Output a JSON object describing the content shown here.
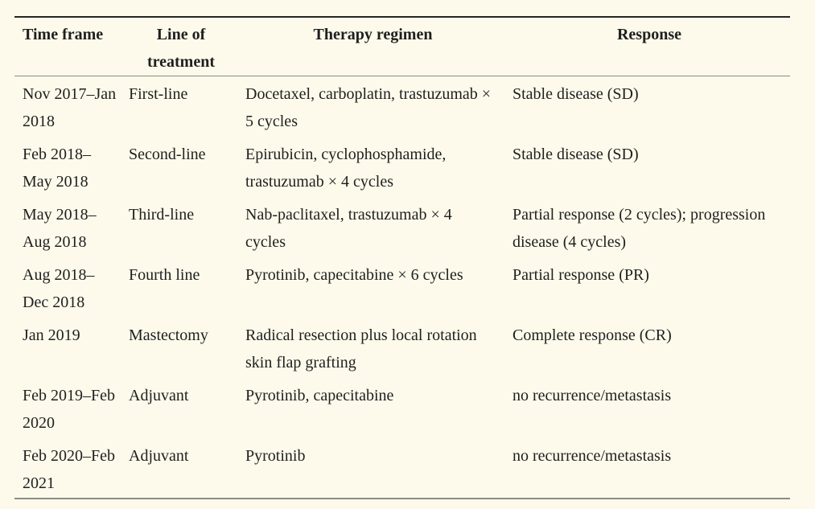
{
  "colors": {
    "page_background": "#fdfaeb",
    "text": "#1f1f1f",
    "top_rule": "#262626",
    "gray_rule": "#8c8c85"
  },
  "table": {
    "columns": [
      {
        "label": "Time frame"
      },
      {
        "label": "Line of\ntreatment"
      },
      {
        "label": "Therapy regimen"
      },
      {
        "label": "Response"
      }
    ],
    "rows": [
      {
        "time_frame": "Nov 2017–Jan\n2018",
        "line_of_treatment": "First-line",
        "therapy_regimen": "Docetaxel, carboplatin, trastuzumab ×\n5 cycles",
        "response": "Stable disease (SD)"
      },
      {
        "time_frame": "Feb 2018–\nMay 2018",
        "line_of_treatment": "Second-line",
        "therapy_regimen": "Epirubicin, cyclophosphamide,\ntrastuzumab × 4 cycles",
        "response": "Stable disease (SD)"
      },
      {
        "time_frame": "May 2018–\nAug 2018",
        "line_of_treatment": "Third-line",
        "therapy_regimen": "Nab-paclitaxel, trastuzumab × 4\ncycles",
        "response": "Partial response (2 cycles); progression\ndisease (4 cycles)"
      },
      {
        "time_frame": "Aug 2018–\nDec 2018",
        "line_of_treatment": "Fourth line",
        "therapy_regimen": "Pyrotinib, capecitabine × 6 cycles",
        "response": "Partial response (PR)"
      },
      {
        "time_frame": "Jan 2019",
        "line_of_treatment": "Mastectomy",
        "therapy_regimen": "Radical resection plus local rotation\nskin flap grafting",
        "response": "Complete response (CR)"
      },
      {
        "time_frame": "Feb 2019–Feb\n2020",
        "line_of_treatment": "Adjuvant",
        "therapy_regimen": "Pyrotinib, capecitabine",
        "response": "no recurrence/metastasis"
      },
      {
        "time_frame": "Feb 2020–Feb\n2021",
        "line_of_treatment": "Adjuvant",
        "therapy_regimen": "Pyrotinib",
        "response": "no recurrence/metastasis"
      }
    ]
  }
}
